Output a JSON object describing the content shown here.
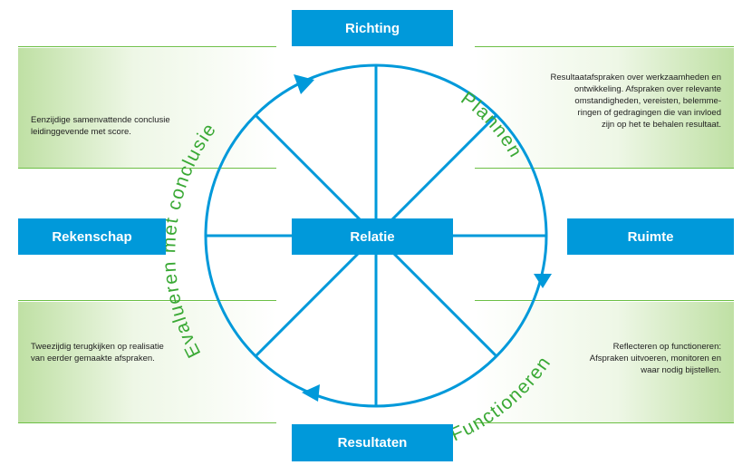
{
  "boxes": {
    "top": "Richting",
    "left": "Rekenschap",
    "center": "Relatie",
    "right": "Ruimte",
    "bottom": "Resultaten"
  },
  "phases": {
    "plannen": "Plannen",
    "functioneren": "Functioneren",
    "evalueren": "Evalueren met conclusie"
  },
  "notes": {
    "top_left": [
      "Eenzijdige samenvattende conclusie",
      "leidinggevende met score."
    ],
    "top_right": [
      "Resultaatafspraken over werkzaamheden en",
      "ontwikkeling. Afspraken over relevante",
      "omstandigheden, vereisten, belemme-",
      "ringen of gedragingen die van invloed",
      "zijn op het te behalen resultaat."
    ],
    "bottom_left": [
      "Tweezijdig terugkijken op realisatie",
      "van eerder gemaakte afspraken."
    ],
    "bottom_right": [
      "Reflecteren op functioneren:",
      "Afspraken uitvoeren, monitoren en",
      "waar nodig bijstellen."
    ]
  },
  "colors": {
    "blue": "#0099da",
    "green": "#3aa935",
    "rule_green": "#6cbf45"
  }
}
